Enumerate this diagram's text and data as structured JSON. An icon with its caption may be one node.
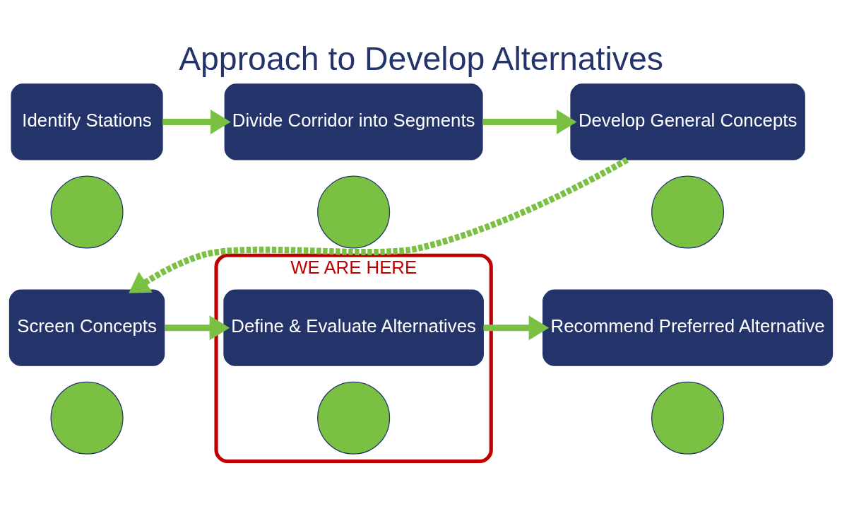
{
  "diagram": {
    "title": "Approach to Develop Alternatives",
    "nodes": [
      {
        "text": [
          "Identify Stations"
        ]
      },
      {
        "text": [],
        "shape": "circle"
      },
      {
        "text": [
          "Divide Corridor into Segments"
        ]
      },
      {
        "text": [],
        "shape": "circle"
      },
      {
        "text": [
          "Develop General Concepts"
        ]
      },
      {
        "text": [],
        "shape": "circle"
      },
      {
        "text": [
          "Screen Concepts"
        ]
      },
      {
        "text": [],
        "shape": "circle"
      },
      {
        "text": [
          "WE ARE HERE"
        ]
      },
      {
        "text": [
          "Define & Evaluate Alternatives"
        ],
        "in": 8
      },
      {
        "text": [],
        "shape": "circle",
        "in": 8
      },
      {
        "text": [
          "Recommend Preferred Alternative"
        ]
      },
      {
        "text": [],
        "shape": "circle"
      }
    ],
    "edges": [
      {
        "from": 0,
        "to": 2,
        "arrow": "to"
      },
      {
        "from": 2,
        "to": 4,
        "arrow": "to"
      },
      {
        "from": 4,
        "to": 6,
        "arrow": "to",
        "style": "dashed"
      },
      {
        "from": 6,
        "to": 9,
        "arrow": "to"
      },
      {
        "from": 9,
        "to": 11,
        "arrow": "to"
      }
    ]
  }
}
